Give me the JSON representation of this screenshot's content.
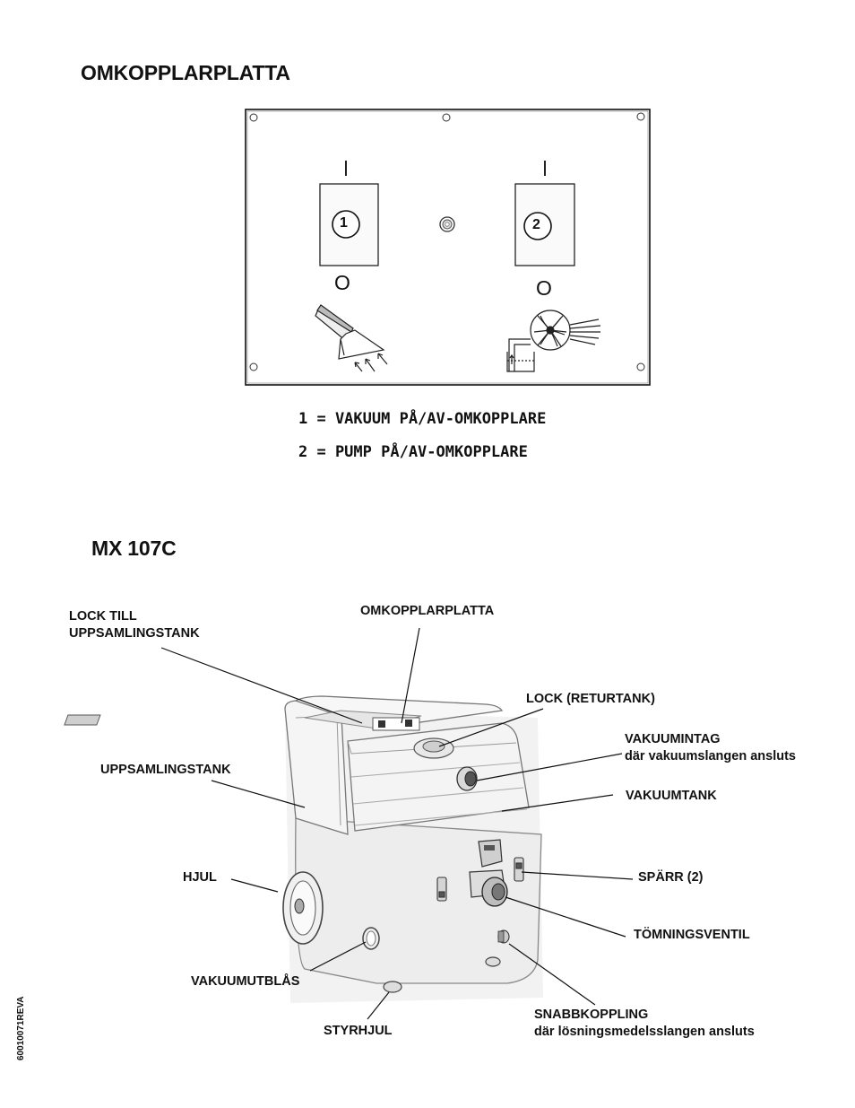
{
  "panel_section": {
    "title": "OMKOPPLARPLATTA",
    "switch1": {
      "number": "1",
      "on": "I",
      "off": "O"
    },
    "switch2": {
      "number": "2",
      "on": "I",
      "off": "O"
    },
    "legend": [
      "1 = VAKUUM PÅ/AV-OMKOPPLARE",
      "2 = PUMP PÅ/AV-OMKOPPLARE"
    ]
  },
  "machine_section": {
    "title": "MX 107C",
    "labels": {
      "lock_till_line1": "LOCK TILL",
      "lock_till_line2": "UPPSAMLINGSTANK",
      "omkopplarplatta": "OMKOPPLARPLATTA",
      "lock_returtank": "LOCK (RETURTANK)",
      "vakuumintag_line1": "VAKUUMINTAG",
      "vakuumintag_line2": "där vakuumslangen ansluts",
      "uppsamlingstank": "UPPSAMLINGSTANK",
      "vakuumtank": "VAKUUMTANK",
      "hjul": "HJUL",
      "sparr": "SPÄRR (2)",
      "tomningsventil": "TÖMNINGSVENTIL",
      "vakuumutblas": "VAKUUMUTBLÅS",
      "styrhjul": "STYRHJUL",
      "snabbkoppling_line1": "SNABBKOPPLING",
      "snabbkoppling_line2": "där lösningsmedelsslangen ansluts"
    }
  },
  "document_id": "60010071REVA"
}
